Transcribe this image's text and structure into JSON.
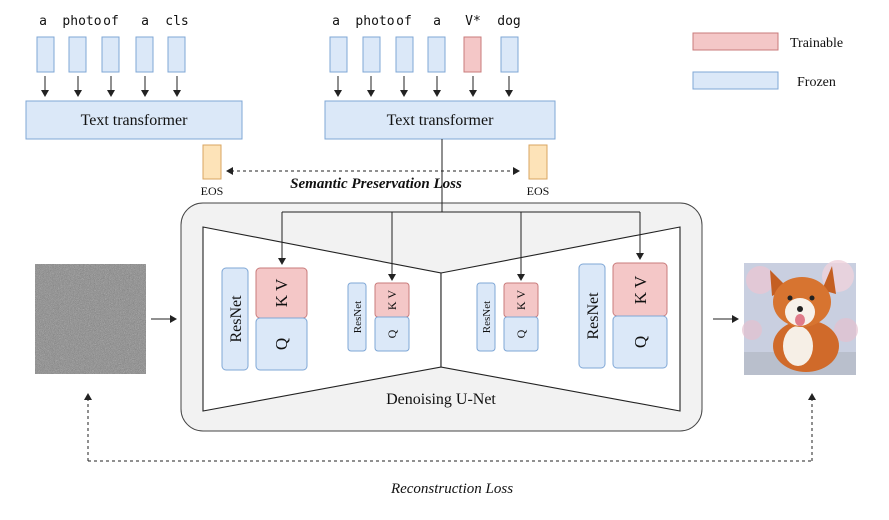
{
  "prompt_left": [
    "a",
    "photo",
    "of",
    "a",
    "cls"
  ],
  "prompt_right": [
    "a",
    "photo",
    "of",
    "a",
    "V*",
    "dog"
  ],
  "text_transformer_left": "Text transformer",
  "text_transformer_right": "Text transformer",
  "eos_left": "EOS",
  "eos_right": "EOS",
  "semantic_loss": "Semantic Preservation Loss",
  "legend": {
    "trainable": "Trainable",
    "frozen": "Frozen",
    "trainable_color": "#f4c7c7",
    "frozen_color": "#dbe8f8"
  },
  "unet": {
    "title": "Denoising U-Net",
    "resnet": "ResNet",
    "kv": "K V",
    "q": "Q"
  },
  "reconstruction_loss": "Reconstruction Loss",
  "images": {
    "input": "noise-image",
    "output": "corgi-dog-image"
  },
  "colors": {
    "frozen": "#dbe8f8",
    "frozen_stroke": "#7fa7d6",
    "trainable": "#f4c7c7",
    "trainable_stroke": "#c97b7b",
    "eos": "#fde3b8",
    "eos_stroke": "#d9a660",
    "unet_bg": "#f2f2f2"
  }
}
